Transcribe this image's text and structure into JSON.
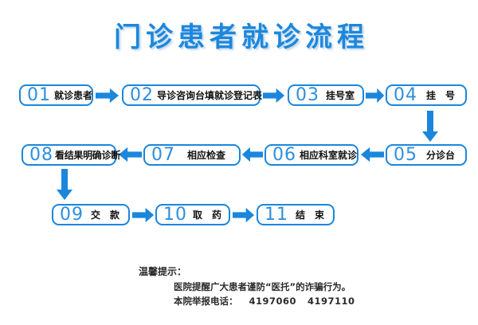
{
  "title": {
    "text": "门诊患者就诊流程"
  },
  "colors": {
    "accent_blue": "#1b86dc",
    "number_blue": "#2f8fde",
    "title_blue": "#1d87dc",
    "label_black": "#111111",
    "footer_text": "#2b2b2b",
    "background": "#ffffff"
  },
  "flow": {
    "steps": [
      {
        "num": "01",
        "label": "就诊患者"
      },
      {
        "num": "02",
        "label": "导诊咨询台填就诊登记表"
      },
      {
        "num": "03",
        "label": "挂号室"
      },
      {
        "num": "04",
        "label": "挂　号"
      },
      {
        "num": "05",
        "label": "分诊台"
      },
      {
        "num": "06",
        "label": "相应科室就诊"
      },
      {
        "num": "07",
        "label": "相应检查"
      },
      {
        "num": "08",
        "label": "看结果明确诊断"
      },
      {
        "num": "09",
        "label": "交　款"
      },
      {
        "num": "10",
        "label": "取　药"
      },
      {
        "num": "11",
        "label": "结　束"
      }
    ]
  },
  "footer": {
    "tip_title": "温馨提示：",
    "warning_line": "医院提醒广大患者谨防“医托”的诈骗行为。",
    "report_label": "本院举报电话：",
    "phone_numbers": [
      "4197060",
      "4197110"
    ]
  }
}
